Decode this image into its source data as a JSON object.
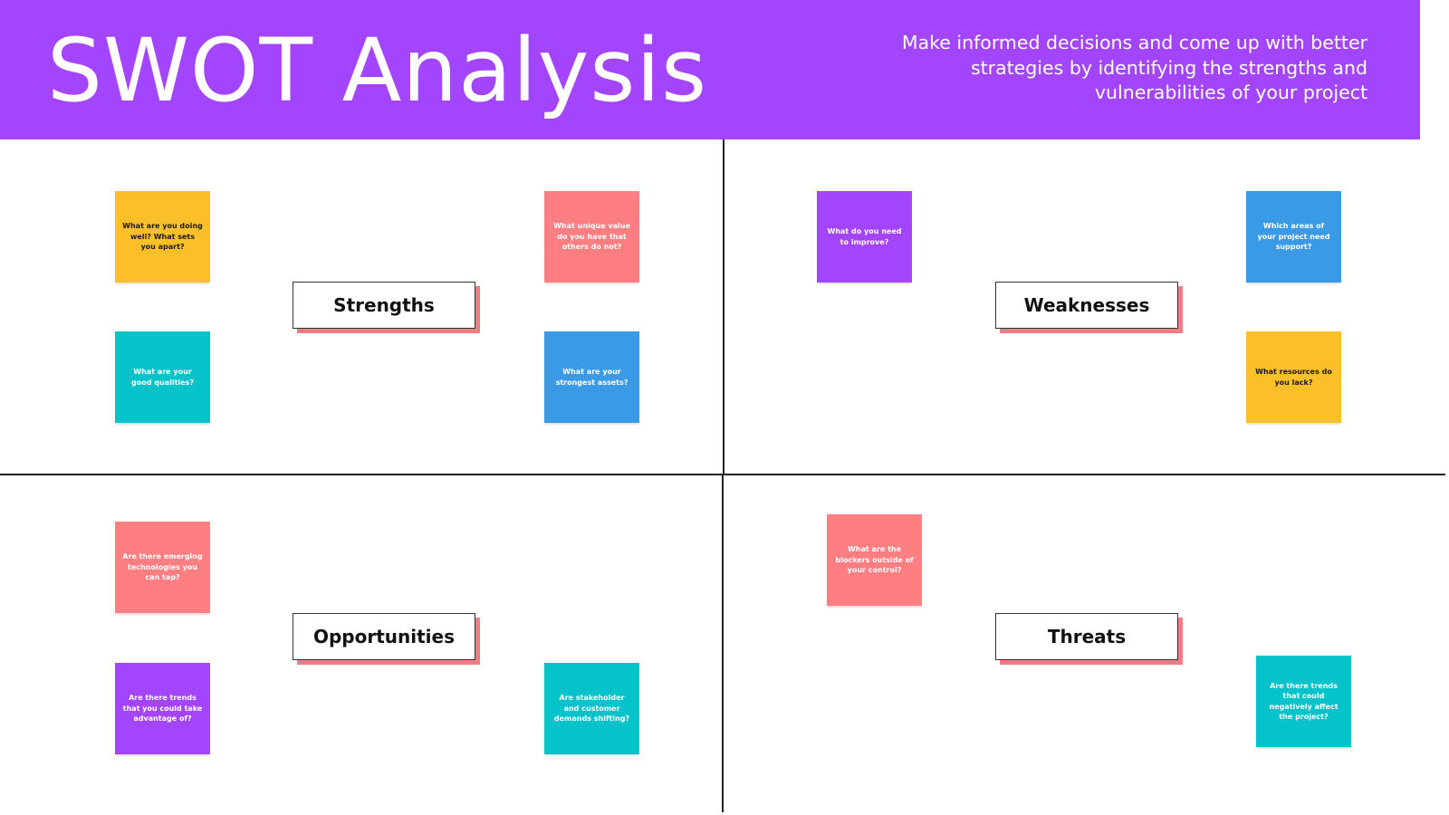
{
  "header": {
    "title": "SWOT Analysis",
    "subtitle": "Make informed decisions and come up with better strategies by identifying the strengths and vulnerabilities of your project"
  },
  "colors": {
    "header_bg": "#a445fe",
    "yellow": "#fbbf2a",
    "pink": "#fe7e82",
    "teal": "#05c3c9",
    "blue": "#3a9ae6",
    "purple": "#a445fe",
    "label_shadow": "#ee7d85"
  },
  "quadrants": {
    "strengths": {
      "label": "Strengths",
      "notes": [
        "What are you doing well? What sets you apart?",
        "What unique value do you have that others do not?",
        "What are your good qualities?",
        "What are your strongest assets?"
      ]
    },
    "weaknesses": {
      "label": "Weaknesses",
      "notes": [
        "What do you need to improve?",
        "Which areas of your project need support?",
        "What resources do you lack?"
      ]
    },
    "opportunities": {
      "label": "Opportunities",
      "notes": [
        "Are there emerging technologies you can tap?",
        "Are there trends that you could take advantage of?",
        "Are stakeholder and customer demands shifting?"
      ]
    },
    "threats": {
      "label": "Threats",
      "notes": [
        "What are the blockers outside of your control?",
        "Are there trends that could negatively affect the project?"
      ]
    }
  }
}
